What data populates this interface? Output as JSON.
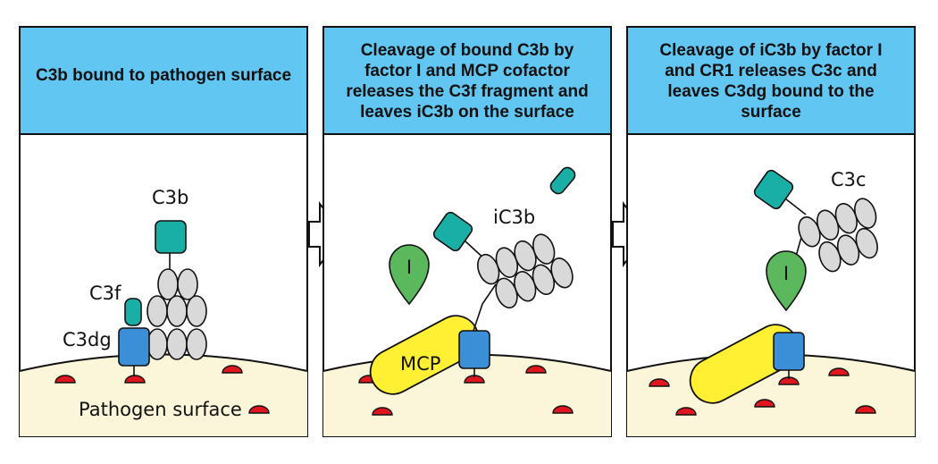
{
  "colors": {
    "header_bg": "#61c6f2",
    "surface": "#fbf5d9",
    "teal": "#19aea6",
    "blue": "#3b8fd6",
    "gray": "#d9d9d9",
    "mcp_yellow": "#fff033",
    "factor_green": "#5cb85c",
    "antigen_red": "#e0161e",
    "outline": "#111111"
  },
  "panels": [
    {
      "header_lines": [
        "C3b bound to pathogen surface"
      ],
      "labels": {
        "c3b": "C3b",
        "c3f": "C3f",
        "c3dg": "C3dg",
        "surface": "Pathogen surface"
      }
    },
    {
      "header_lines": [
        "Cleavage of bound C3b by",
        "factor I and MCP cofactor",
        "releases the C3f fragment and",
        "leaves iC3b on the surface"
      ],
      "labels": {
        "ic3b": "iC3b",
        "factor_i": "I",
        "mcp": "MCP"
      }
    },
    {
      "header_lines": [
        "Cleavage of iC3b by factor I",
        "and CR1 releases C3c and",
        "leaves C3dg bound to the",
        "surface"
      ],
      "labels": {
        "c3c": "C3c",
        "factor_i": "I"
      }
    }
  ],
  "arrows": [
    "arrow-1-to-2",
    "arrow-2-to-3"
  ]
}
